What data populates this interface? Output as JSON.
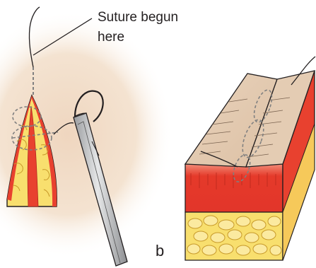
{
  "annotation": {
    "line1": "Suture begun",
    "line2": "here"
  },
  "panels": {
    "b": "b"
  },
  "colors": {
    "skin": "#f0dcc7",
    "skin_glow": "#f3e2cf",
    "fat": "#f8df6e",
    "fat_outline": "#c89a2a",
    "dermis": "#e8412f",
    "dermis_light": "#f2a08a",
    "ink": "#231f20",
    "suture_guide": "#808080",
    "instrument": "#c7c9cb"
  },
  "icons": [
    "curved-needle-icon",
    "needle-holder-icon",
    "suture-thread-icon"
  ]
}
